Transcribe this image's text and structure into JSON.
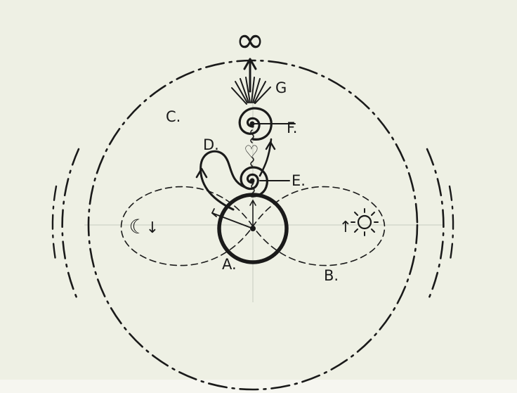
{
  "labels": {
    "a": "A.",
    "b": "B.",
    "c": "C.",
    "d": "D.",
    "e": "E.",
    "f": "F.",
    "g": "G"
  },
  "symbols": {
    "infinity": "∞",
    "heart": "♡",
    "moon": "☾",
    "sun": "☼",
    "arrow_down": "↓",
    "arrow_up": "↑"
  },
  "colors": {
    "paper": "#eef0e4",
    "ink": "#1a1a1a"
  }
}
